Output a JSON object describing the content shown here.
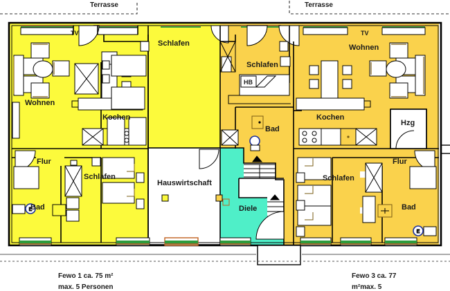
{
  "document": {
    "type": "architectural-floor-plan",
    "title": "Grundriss Ferienwohnungen"
  },
  "colors": {
    "unit1_fill": "#FCFA3C",
    "unit3_fill": "#FAD24C",
    "hall_fill": "#4FEFC8",
    "wall": "#000000",
    "window_green": "#2E9B3C",
    "window_brown": "#9C6B2E",
    "furniture_outline": "#7A5C14",
    "fixture_blue": "#1A2F9E",
    "white": "#FFFFFF"
  },
  "terraces": [
    {
      "id": "terrace-left",
      "label": "Terrasse"
    },
    {
      "id": "terrace-right",
      "label": "Terrasse"
    }
  ],
  "unit_left": {
    "name": "Fewo 1",
    "rooms": [
      {
        "id": "wohnen-left",
        "label": "Wohnen"
      },
      {
        "id": "kochen-left",
        "label": "Kochen"
      },
      {
        "id": "schlafen-left-top",
        "label": "Schlafen"
      },
      {
        "id": "schlafen-left-bottom",
        "label": "Schlafen"
      },
      {
        "id": "flur-left",
        "label": "Flur"
      },
      {
        "id": "bad-left",
        "label": "Bad"
      }
    ],
    "markers": [
      {
        "id": "tv-left",
        "label": "TV"
      }
    ]
  },
  "unit_center": {
    "rooms": [
      {
        "id": "hauswirtschaft",
        "label": "Hauswirtschaft"
      },
      {
        "id": "diele",
        "label": "Diele"
      }
    ]
  },
  "unit_right": {
    "name": "Fewo 3",
    "rooms": [
      {
        "id": "wohnen-right",
        "label": "Wohnen"
      },
      {
        "id": "kochen-right",
        "label": "Kochen"
      },
      {
        "id": "schlafen-right-top",
        "label": "Schlafen"
      },
      {
        "id": "schlafen-right-bottom",
        "label": "Schlafen"
      },
      {
        "id": "flur-right",
        "label": "Flur"
      },
      {
        "id": "bad-right",
        "label": "Bad"
      },
      {
        "id": "bad-center",
        "label": "Bad"
      },
      {
        "id": "hzg",
        "label": "Hzg"
      }
    ],
    "markers": [
      {
        "id": "tv-right",
        "label": "TV"
      },
      {
        "id": "hb-marker",
        "label": "HB"
      }
    ]
  },
  "captions": {
    "left_line1": "Fewo 1 ca. 75 m²",
    "left_line2": "max. 5 Personen",
    "right_line1": "Fewo 3 ca. 77",
    "right_line2": "m²max. 5"
  }
}
